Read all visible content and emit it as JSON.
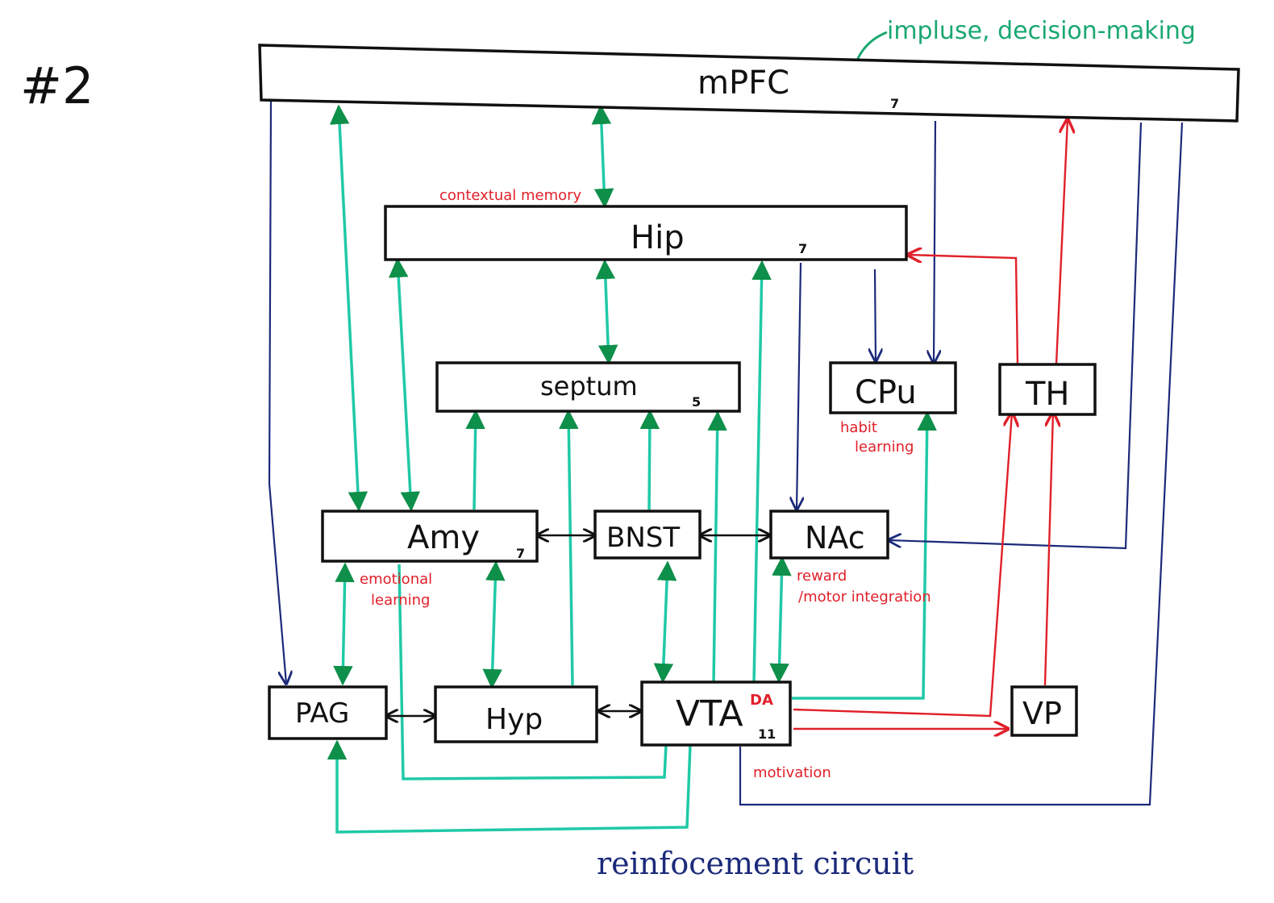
{
  "diagram": {
    "corner_label": "#2",
    "nodes": {
      "mPFC": {
        "label": "mPFC",
        "num": "7"
      },
      "Hip": {
        "label": "Hip",
        "num": "7"
      },
      "septum": {
        "label": "septum",
        "num": "5"
      },
      "CPu": {
        "label": "CPu"
      },
      "TH": {
        "label": "TH"
      },
      "Amy": {
        "label": "Amy",
        "num": "7"
      },
      "BNST": {
        "label": "BNST"
      },
      "NAc": {
        "label": "NAc"
      },
      "PAG": {
        "label": "PAG"
      },
      "Hyp": {
        "label": "Hyp"
      },
      "VTA": {
        "label": "VTA",
        "num": "11",
        "tag": "DA"
      },
      "VP": {
        "label": "VP"
      }
    },
    "annotations": {
      "mpfc_note": "impluse, decision-making",
      "hip_note": "contextual memory",
      "cpu_note_1": "habit",
      "cpu_note_2": "learning",
      "amy_note_1": "emotional",
      "amy_note_2": "learning",
      "nac_note_1": "reward",
      "nac_note_2": "/motor integration",
      "vta_note": "motivation",
      "footer": "reinfocement circuit"
    },
    "colors": {
      "box_stroke": "#111111",
      "teal": "#20c9a6",
      "green": "#0e8f4a",
      "navy": "#1b2a7a",
      "red": "#e0202a",
      "green_text": "#1aa870"
    }
  }
}
